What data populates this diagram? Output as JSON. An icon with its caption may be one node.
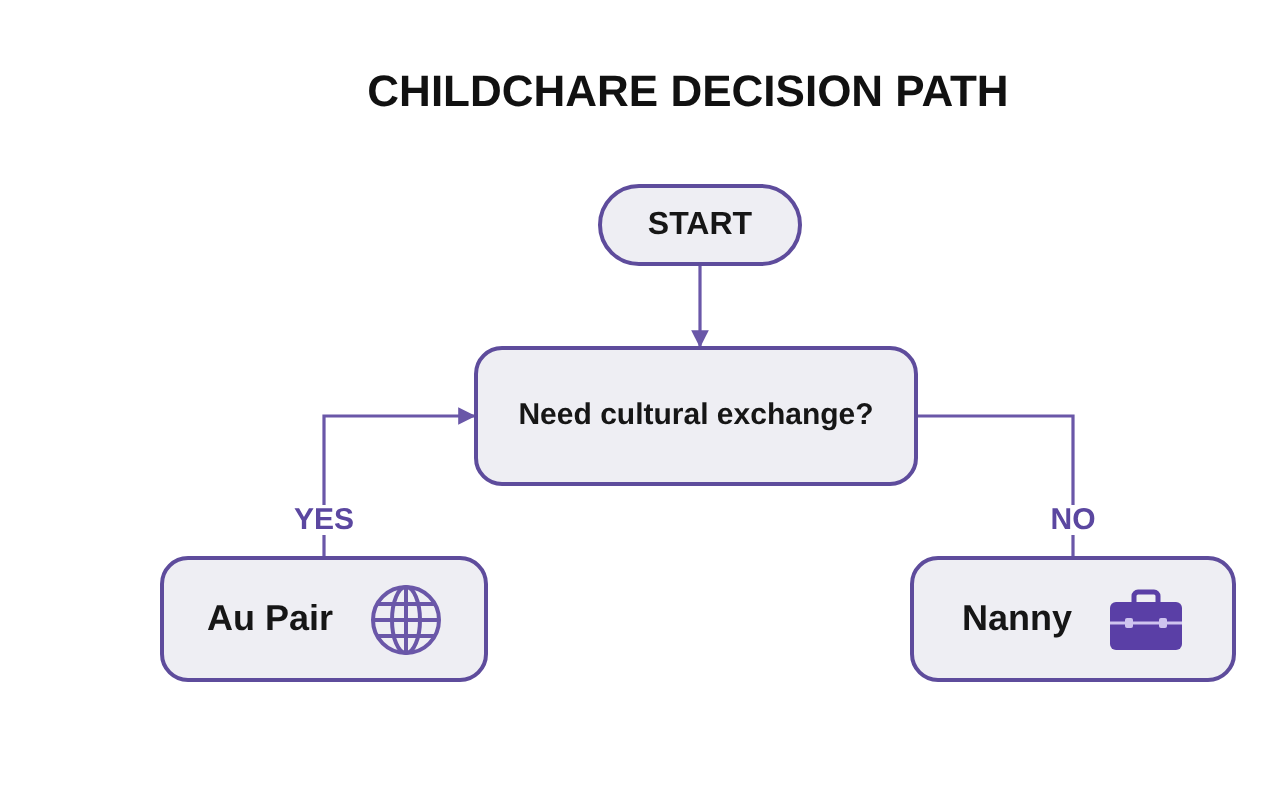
{
  "diagram": {
    "title": "CHILDCHARE DECISION PATH",
    "nodes": [
      {
        "text": [
          "START"
        ]
      },
      {
        "text": [
          "Need cultural exchange?"
        ]
      },
      {
        "text": [
          "Au Pair"
        ]
      },
      {
        "text": [
          "Nanny"
        ]
      }
    ],
    "edges": [
      {
        "from": 0,
        "to": 1,
        "arrow": "to"
      },
      {
        "from": 2,
        "to": 1,
        "arrow": "to",
        "label": "YES"
      },
      {
        "from": 1,
        "to": 3,
        "arrow": "none",
        "label": "NO"
      }
    ]
  }
}
